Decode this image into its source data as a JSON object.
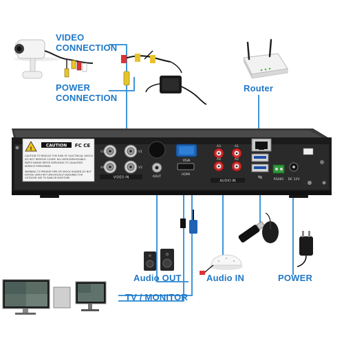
{
  "labels": {
    "video_connection": [
      "VIDEO",
      "CONNECTION"
    ],
    "power_connection": [
      "POWER",
      "CONNECTION"
    ],
    "router": "Router",
    "audio_out": "Audio OUT",
    "audio_in": "Audio IN",
    "power": "POWER",
    "tv_monitor": "TV / MONITOR"
  },
  "panel": {
    "caution": "CAUTION",
    "fcc": "FC CE",
    "caution_text": [
      "CAUTION TO REDUCE THE RISK OF ELECTRICAL SHOCK",
      "DO NOT REMOVE COVER. NO USER-SERVICEABLE",
      "PARTS INSIDE REFER SERVICING TO QUALIFIED",
      "SERVICE PERSONNEL"
    ],
    "warning_text": [
      "WARNING TO PREVENT FIRE OR SHOCK HAZARD DO NOT",
      "EXPOSE UNITS NOT SPECIFICALLY DESIGNED FOR",
      "OUTDOOR USE TO RAIN OR MOISTURE"
    ],
    "video_in": "VIDEO IN",
    "a_out": "AOUT",
    "vga": "VGA",
    "hdmi": "HDMI",
    "audio_in": "AUDIO IN",
    "rs485": "RS485",
    "dc12v": "DC 12V",
    "v_ports": [
      "V3",
      "V1",
      "V4",
      "V2"
    ],
    "a_ports": [
      "A3",
      "A1",
      "A4",
      "A2"
    ]
  },
  "colors": {
    "label_blue": "#1f78c8",
    "cable_blue": "#3f96d8",
    "panel_black": "#1b1b1b",
    "panel_face": "#2a2a2a"
  }
}
